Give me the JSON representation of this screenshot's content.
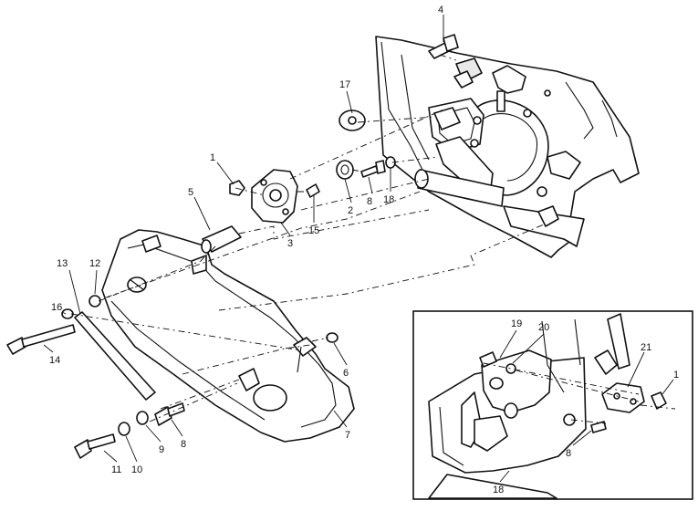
{
  "callouts": {
    "c1": "1",
    "c1b": "1",
    "c2": "2",
    "c3": "3",
    "c4": "4",
    "c5": "5",
    "c6": "6",
    "c7": "7",
    "c8": "8",
    "c8b": "8",
    "c8c": "8",
    "c9": "9",
    "c10": "10",
    "c11": "11",
    "c12": "12",
    "c13": "13",
    "c14": "14",
    "c15": "15",
    "c16": "16",
    "c17": "17",
    "c18": "18",
    "c18b": "18",
    "c19": "19",
    "c20": "20",
    "c21": "21"
  }
}
